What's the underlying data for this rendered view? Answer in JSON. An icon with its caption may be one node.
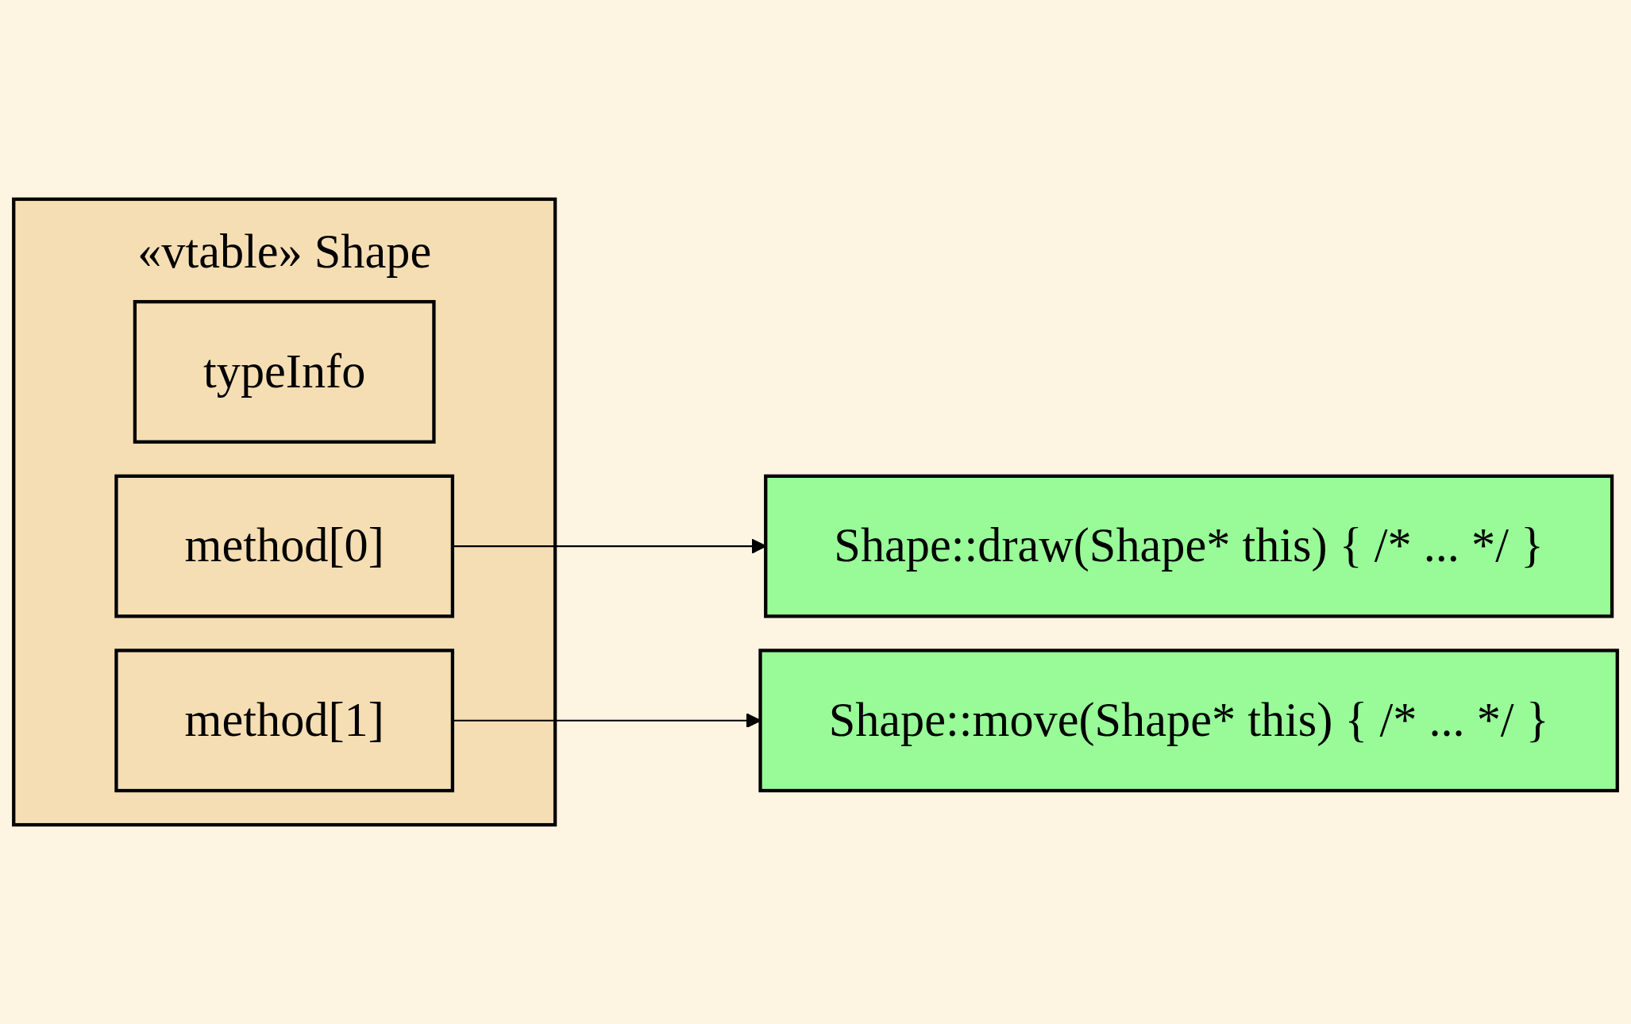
{
  "diagram": {
    "nodes": [
      {
        "text": [
          "«vtable» Shape"
        ]
      },
      {
        "text": [
          "typeInfo"
        ],
        "in": 0
      },
      {
        "text": [
          "method[0]"
        ],
        "in": 0
      },
      {
        "text": [
          "method[1]"
        ],
        "in": 0
      },
      {
        "text": [
          "Shape::draw(Shape* this) { /* ... */ }"
        ]
      },
      {
        "text": [
          "Shape::move(Shape* this) { /* ... */ }"
        ]
      }
    ],
    "edges": [
      {
        "from": 2,
        "to": 4,
        "arrow": "to"
      },
      {
        "from": 3,
        "to": 5,
        "arrow": "to"
      }
    ]
  }
}
